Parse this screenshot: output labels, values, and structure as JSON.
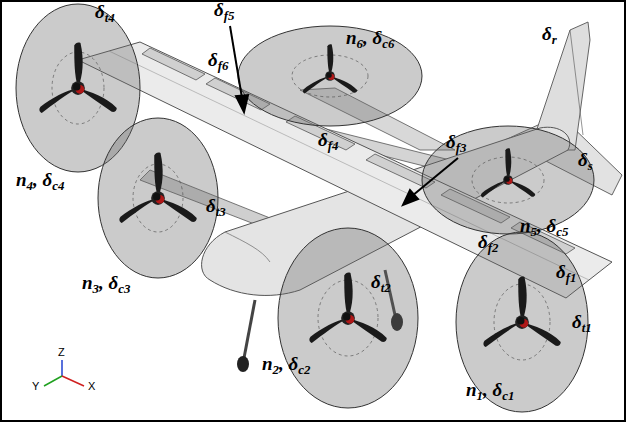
{
  "diagram": {
    "labels": [
      "δt4",
      "δf5",
      "n6, δc6",
      "δf6",
      "δr",
      "δf4",
      "δf3",
      "δs",
      "n4, δc4",
      "δt3",
      "δf2",
      "n5, δc5",
      "δf1",
      "n3, δc3",
      "δt2",
      "n2, δc2",
      "δt1",
      "n1, δc1",
      "Z",
      "Y",
      "X"
    ]
  }
}
